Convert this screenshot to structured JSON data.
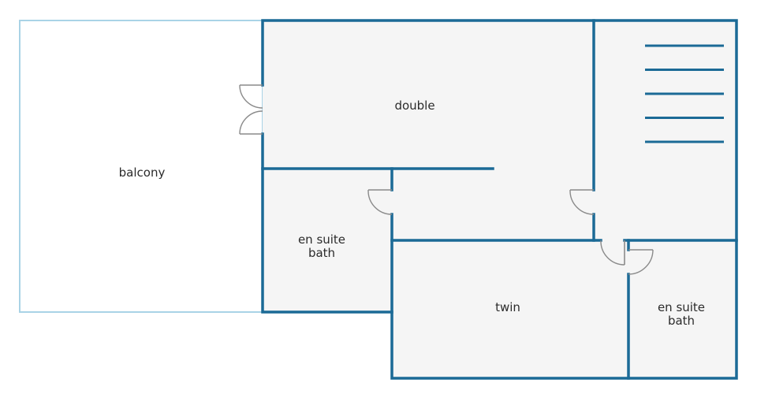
{
  "floorplan": {
    "colors": {
      "wall": "#1b6a96",
      "balcony_edge": "#a9d3e6",
      "floor": "#f5f5f5",
      "door": "#8a8a8a",
      "label": "#2b2b2b"
    },
    "rooms": {
      "balcony": {
        "label": "balcony"
      },
      "double": {
        "label": "double"
      },
      "ensuite_left": {
        "line1": "en suite",
        "line2": "bath"
      },
      "twin": {
        "label": "twin"
      },
      "ensuite_right": {
        "line1": "en suite",
        "line2": "bath"
      }
    },
    "stairs": {
      "step_count": 5
    }
  }
}
